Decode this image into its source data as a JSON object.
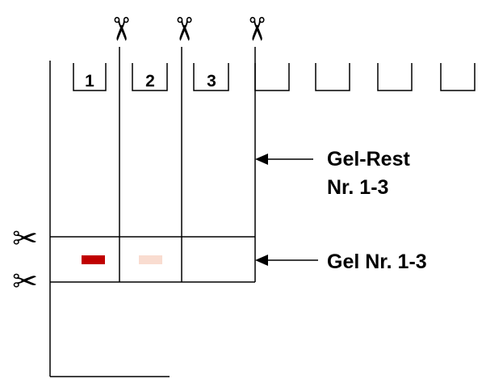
{
  "lanes": [
    {
      "number": "1",
      "band_color": "#c00000"
    },
    {
      "number": "2",
      "band_color": "#f9dcd0"
    },
    {
      "number": "3",
      "band_color": ""
    }
  ],
  "empty_wells": 4,
  "labels": {
    "gel_rest_line1": "Gel-Rest",
    "gel_rest_line2": "Nr. 1-3",
    "gel": "Gel Nr. 1-3"
  },
  "icons": {
    "scissors": "scissors-icon",
    "arrow": "arrow-left-icon"
  },
  "colors": {
    "line": "#000000",
    "background": "#ffffff"
  }
}
